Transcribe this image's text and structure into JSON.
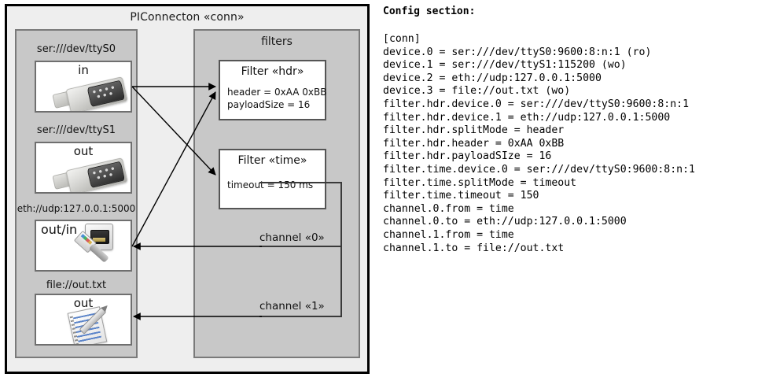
{
  "diagram": {
    "frame_title": "PIConnecton «conn»",
    "devices_group": {
      "name": "devices-group",
      "devices": [
        {
          "label": "ser:///dev/ttyS0",
          "direction": "in",
          "icon": "serial-connector-icon"
        },
        {
          "label": "ser:///dev/ttyS1",
          "direction": "out",
          "icon": "serial-connector-icon"
        },
        {
          "label": "eth://udp:127.0.0.1:5000",
          "direction": "out/in",
          "icon": "ethernet-jack-icon"
        },
        {
          "label": "file://out.txt",
          "direction": "out",
          "icon": "text-file-icon"
        }
      ]
    },
    "filters_group": {
      "title": "filters",
      "filters": [
        {
          "title": "Filter «hdr»",
          "props": [
            "header = 0xAA 0xBB",
            "payloadSize = 16"
          ]
        },
        {
          "title": "Filter «time»",
          "props": [
            "timeout = 150 ms"
          ]
        }
      ],
      "channels": [
        {
          "label": "channel «0»"
        },
        {
          "label": "channel «1»"
        }
      ]
    }
  },
  "config": {
    "heading": "Config section:",
    "lines": [
      "[conn]",
      "device.0 = ser:///dev/ttyS0:9600:8:n:1 (ro)",
      "device.1 = ser:///dev/ttyS1:115200 (wo)",
      "device.2 = eth://udp:127.0.0.1:5000",
      "device.3 = file://out.txt (wo)",
      "filter.hdr.device.0 = ser:///dev/ttyS0:9600:8:n:1",
      "filter.hdr.device.1 = eth://udp:127.0.0.1:5000",
      "filter.hdr.splitMode = header",
      "filter.hdr.header = 0xAA 0xBB",
      "filter.hdr.payloadSIze = 16",
      "filter.time.device.0 = ser:///dev/ttyS0:9600:8:n:1",
      "filter.time.splitMode = timeout",
      "filter.time.timeout = 150",
      "channel.0.from = time",
      "channel.0.to = eth://udp:127.0.0.1:5000",
      "channel.1.from = time",
      "channel.1.to = file://out.txt"
    ]
  },
  "colors": {
    "page_background": "#ffffff",
    "frame_fill": "#eeeeee",
    "frame_border": "#000000",
    "group_fill": "#c8c8c8",
    "group_border": "#7a7a7a",
    "card_fill": "#ffffff",
    "card_border": "#555555",
    "edge": "#000000",
    "route": "#3a3a3a",
    "text": "#111111"
  }
}
